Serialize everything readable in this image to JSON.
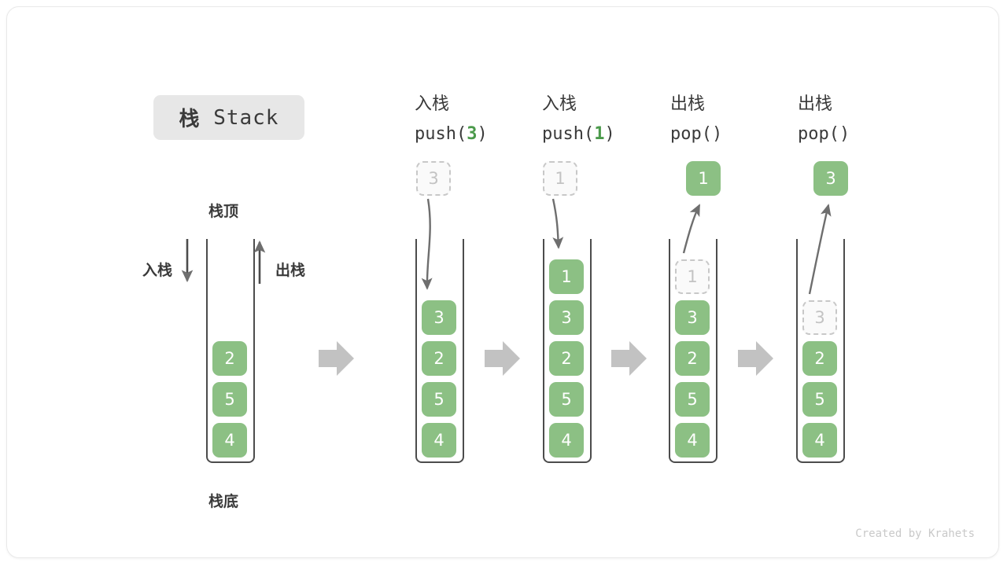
{
  "title": {
    "cn": "栈",
    "en": "Stack"
  },
  "labels": {
    "top": "栈顶",
    "bottom": "栈底",
    "push": "入栈",
    "pop": "出栈"
  },
  "footer": "Created by Krahets",
  "colors": {
    "node_green": "#8cc084",
    "node_text": "#ffffff",
    "ghost_fill": "#fafafa",
    "ghost_border": "#c8c8c8",
    "ghost_text": "#c3c3c3",
    "container_stroke": "#4c4c4c",
    "arrow_gray": "#6e6e6e",
    "sep_arrow": "#c2c2c2",
    "badge_bg": "#e7e7e7",
    "text_dark": "#3a3a3a",
    "code_arg": "#4b9a4b",
    "card_border": "#e9e9e9"
  },
  "columns": [
    {
      "id": "initial",
      "header_cn": "",
      "header_code_prefix": "",
      "header_code_arg": "",
      "header_code_suffix": "",
      "stack": [
        "2",
        "5",
        "4"
      ],
      "ghost_in_stack": null,
      "floating_node": null,
      "floating_node_kind": null
    },
    {
      "id": "push-3",
      "header_cn": "入栈",
      "header_code_prefix": "push(",
      "header_code_arg": "3",
      "header_code_suffix": ")",
      "stack": [
        "3",
        "2",
        "5",
        "4"
      ],
      "ghost_in_stack": null,
      "floating_node": "3",
      "floating_node_kind": "ghost"
    },
    {
      "id": "push-1",
      "header_cn": "入栈",
      "header_code_prefix": "push(",
      "header_code_arg": "1",
      "header_code_suffix": ")",
      "stack": [
        "1",
        "3",
        "2",
        "5",
        "4"
      ],
      "ghost_in_stack": null,
      "floating_node": "1",
      "floating_node_kind": "ghost"
    },
    {
      "id": "pop-1",
      "header_cn": "出栈",
      "header_code_prefix": "pop(",
      "header_code_arg": "",
      "header_code_suffix": ")",
      "stack": [
        "3",
        "2",
        "5",
        "4"
      ],
      "ghost_in_stack": "1",
      "floating_node": "1",
      "floating_node_kind": "solid"
    },
    {
      "id": "pop-3",
      "header_cn": "出栈",
      "header_code_prefix": "pop(",
      "header_code_arg": "",
      "header_code_suffix": ")",
      "stack": [
        "2",
        "5",
        "4"
      ],
      "ghost_in_stack": "3",
      "floating_node": "3",
      "floating_node_kind": "solid"
    }
  ],
  "separators": [
    "step-arrow-1",
    "step-arrow-2",
    "step-arrow-3",
    "step-arrow-4"
  ]
}
